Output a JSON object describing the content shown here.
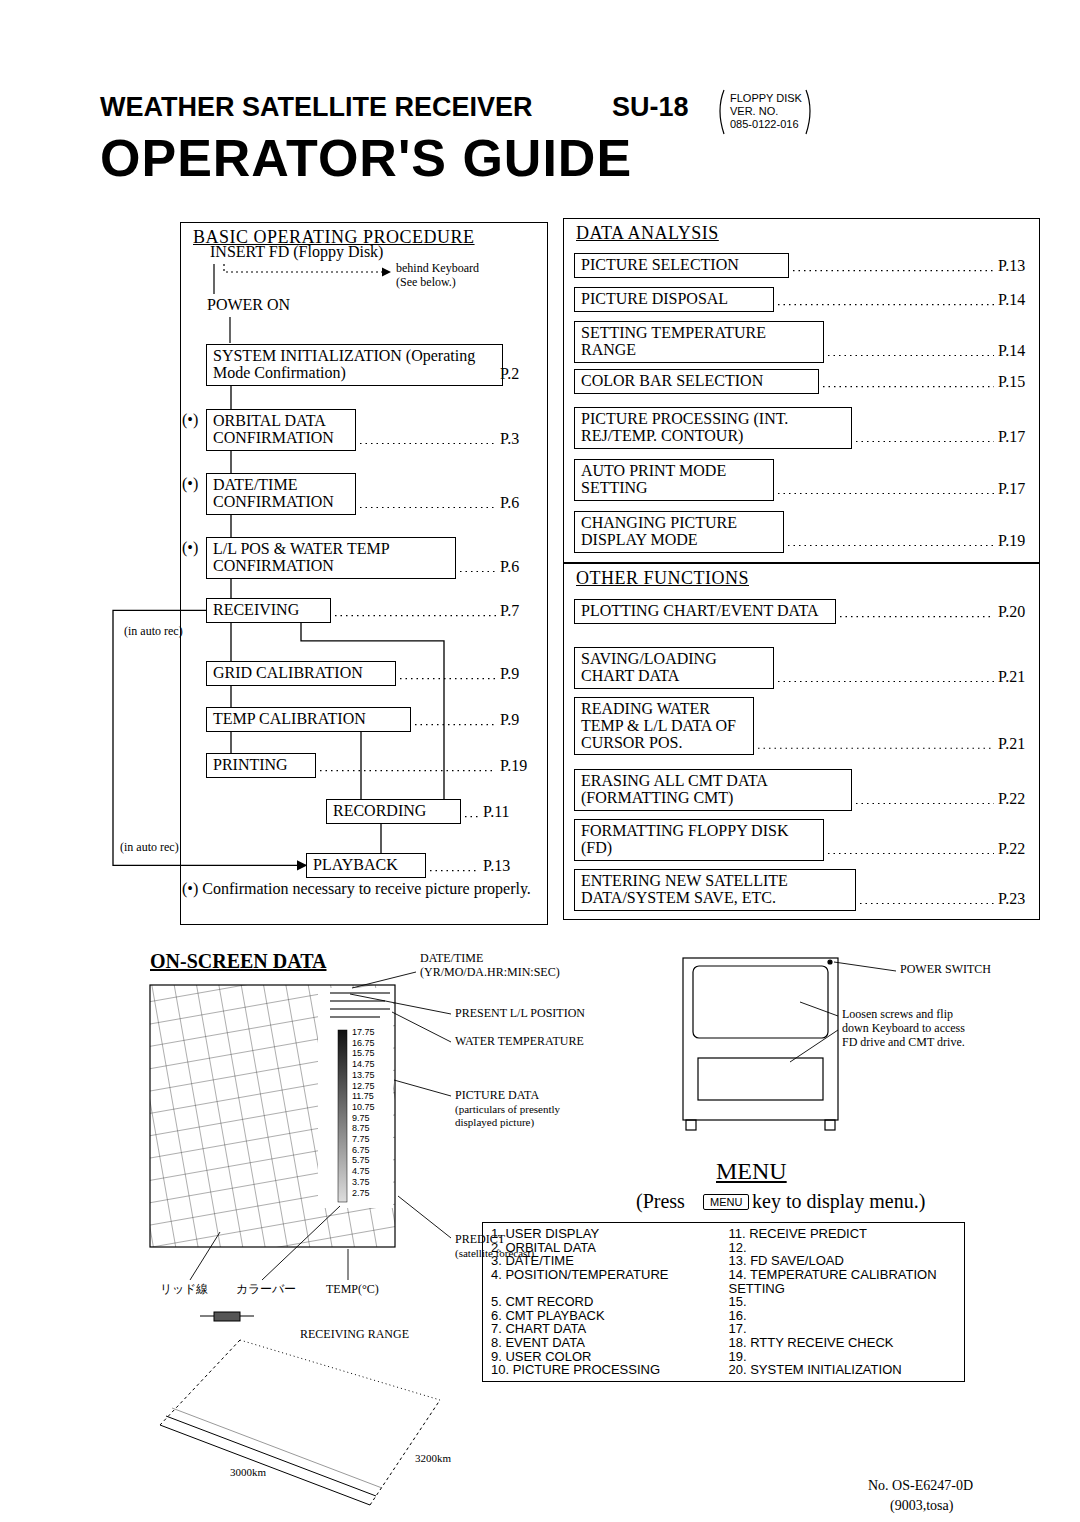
{
  "diagram": {
    "title": "OPERATOR'S GUIDE",
    "nodes": [
      {
        "text": [
          "BASIC OPERATING PROCEDURE"
        ]
      },
      {
        "text": [
          "SYSTEM INITIALIZATION (Operating Mode Confirmation)"
        ],
        "in": 0
      },
      {
        "text": [
          "ORBITAL DATA CONFIRMATION"
        ],
        "in": 0
      },
      {
        "text": [
          "DATE/TIME CONFIRMATION"
        ],
        "in": 0
      },
      {
        "text": [
          "L/L POS & WATER TEMP CONFIRMATION"
        ],
        "in": 0
      },
      {
        "text": [
          "RECEIVING"
        ],
        "in": 0
      },
      {
        "text": [
          "GRID CALIBRATION"
        ],
        "in": 0
      },
      {
        "text": [
          "TEMP CALIBRATION"
        ],
        "in": 0
      },
      {
        "text": [
          "PRINTING"
        ],
        "in": 0
      },
      {
        "text": [
          "RECORDING"
        ],
        "in": 0
      },
      {
        "text": [
          "PLAYBACK"
        ],
        "in": 0
      },
      {
        "text": [
          "DATA ANALYSIS"
        ]
      },
      {
        "text": [
          "PICTURE SELECTION"
        ],
        "in": 11
      },
      {
        "text": [
          "PICTURE DISPOSAL"
        ],
        "in": 11
      },
      {
        "text": [
          "SETTING TEMPERATURE RANGE"
        ],
        "in": 11
      },
      {
        "text": [
          "COLOR BAR SELECTION"
        ],
        "in": 11
      },
      {
        "text": [
          "PICTURE PROCESSING (INT. REJ/TEMP. CONTOUR)"
        ],
        "in": 11
      },
      {
        "text": [
          "AUTO PRINT MODE SETTING"
        ],
        "in": 11
      },
      {
        "text": [
          "CHANGING PICTURE DISPLAY MODE"
        ],
        "in": 11
      },
      {
        "text": [
          "OTHER FUNCTIONS"
        ]
      },
      {
        "text": [
          "PLOTTING CHART/EVENT DATA"
        ],
        "in": 19
      },
      {
        "text": [
          "SAVING/LOADING CHART DATA"
        ],
        "in": 19
      },
      {
        "text": [
          "READING WATER TEMP & L/L DATA OF CURSOR POS."
        ],
        "in": 19
      },
      {
        "text": [
          "ERASING ALL CMT DATA (FORMATTING CMT)"
        ],
        "in": 19
      },
      {
        "text": [
          "FORMATTING FLOPPY DISK (FD)"
        ],
        "in": 19
      },
      {
        "text": [
          "ENTERING NEW SATELLITE DATA/SYSTEM SAVE, ETC."
        ],
        "in": 19
      },
      {
        "text": [
          "1. USER DISPLAY",
          "2. ORBITAL DATA",
          "3. DATE/TIME",
          "4. POSITION/TEMPERATURE",
          "5. CMT RECORD",
          "6. CMT PLAYBACK",
          "7. CHART DATA",
          "8. EVENT DATA",
          "9. USER COLOR",
          "10. PICTURE PROCESSING",
          "11. RECEIVE PREDICT",
          "12.",
          "13. FD SAVE/LOAD",
          "14. TEMPERATURE CALIBRATION SETTING",
          "15.",
          "16.",
          "17.",
          "18. RTTY RECEIVE CHECK",
          "19.",
          "20. SYSTEM INITIALIZATION"
        ]
      }
    ],
    "edges": [
      {
        "from": 1,
        "to": 2,
        "arrow": "none"
      },
      {
        "from": 2,
        "to": 3,
        "arrow": "none"
      },
      {
        "from": 3,
        "to": 4,
        "arrow": "none"
      },
      {
        "from": 4,
        "to": 5,
        "arrow": "none"
      },
      {
        "from": 5,
        "to": 6,
        "arrow": "none"
      },
      {
        "from": 6,
        "to": 7,
        "arrow": "none"
      },
      {
        "from": 7,
        "to": 8,
        "arrow": "none"
      },
      {
        "from": 5,
        "to": 9,
        "arrow": "none"
      },
      {
        "from": 7,
        "to": 9,
        "arrow": "none"
      },
      {
        "from": 9,
        "to": 10,
        "arrow": "none"
      },
      {
        "from": 5,
        "to": 10,
        "arrow": "to"
      }
    ],
    "labels": [
      "WEATHER SATELLITE RECEIVER",
      "SU-18",
      "FLOPPY DISK",
      "VER. NO.",
      "085-0122-016",
      "INSERT FD (Floppy Disk)",
      "behind Keyboard",
      "(See below.)",
      "POWER ON",
      "P.2",
      "(•)",
      "P.3",
      "(•)",
      "P.6",
      "(•)",
      "P.6",
      "P.7",
      "(in auto rec)",
      "P.9",
      "P.9",
      "P.19",
      "P.11",
      "(in auto rec)",
      "P.13",
      "(•) Confirmation necessary to receive picture properly.",
      "P.13",
      "P.14",
      "P.14",
      "P.15",
      "P.17",
      "P.17",
      "P.19",
      "P.20",
      "P.21",
      "P.21",
      "P.22",
      "P.22",
      "P.23",
      "ON-SCREEN DATA",
      "DATE/TIME",
      "(YR/MO/DA.HR:MIN:SEC)",
      "PRESENT L/L POSITION",
      "WATER TEMPERATURE",
      "PICTURE DATA",
      "(particulars of presently displayed picture)",
      "PREDICT",
      "(satellite forecast)",
      "リッド線",
      "カラーバー",
      "TEMP(°C)",
      "RECEIVING RANGE",
      "3000km",
      "3200km",
      "17.75",
      "16.75",
      "15.75",
      "14.75",
      "13.75",
      "12.75",
      "11.75",
      "10.75",
      "9.75",
      "8.75",
      "7.75",
      "6.75",
      "5.75",
      "4.75",
      "3.75",
      "2.75",
      "POWER SWITCH",
      "Loosen screws and flip down Keyboard to access FD drive and CMT drive.",
      "MENU",
      "(Press",
      "MENU",
      "key to display menu.)",
      "No. OS-E6247-0D",
      "(9003,tosa)"
    ]
  }
}
